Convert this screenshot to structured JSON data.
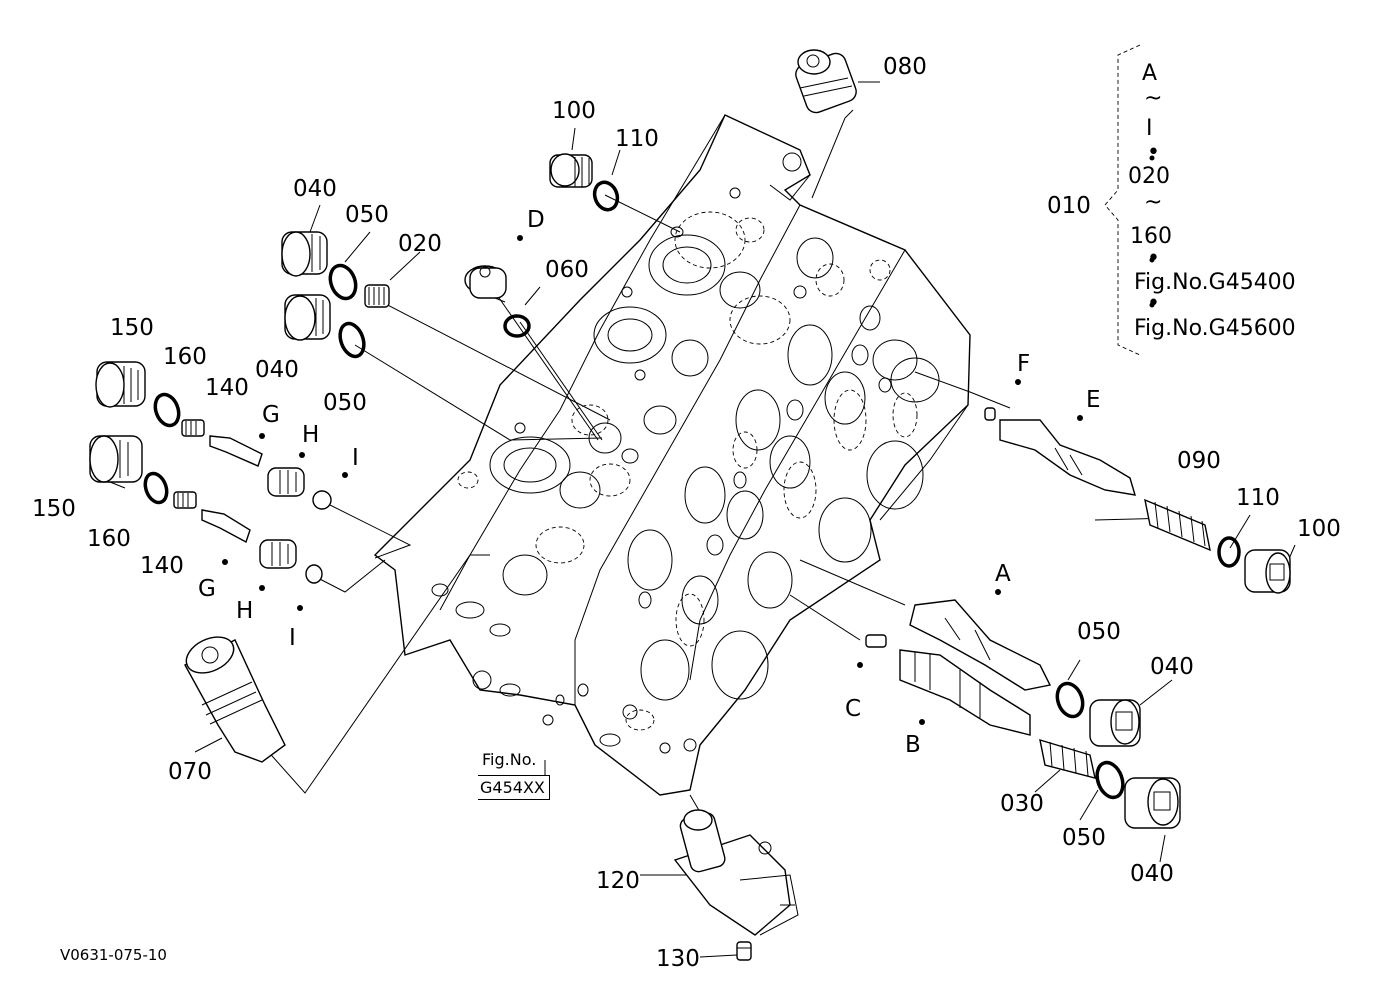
{
  "callouts": {
    "p080": "080",
    "p100_top": "100",
    "p110_top": "110",
    "p040_a": "040",
    "p050_a": "050",
    "p020": "020",
    "pD": "D",
    "p060": "060",
    "p040_b": "040",
    "p050_b": "050",
    "p150_a": "150",
    "p160_a": "160",
    "p140_a": "140",
    "pG_a": "G",
    "pH_a": "H",
    "pI_a": "I",
    "p150_b": "150",
    "p160_b": "160",
    "p140_b": "140",
    "pG_b": "G",
    "pH_b": "H",
    "pI_b": "I",
    "p070": "070",
    "pF": "F",
    "pE": "E",
    "p090": "090",
    "p110_right": "110",
    "p100_right": "100",
    "pA": "A",
    "p050_c": "050",
    "p040_c": "040",
    "pC": "C",
    "pB": "B",
    "p030": "030",
    "p050_d": "050",
    "p040_d": "040",
    "p120": "120",
    "p130": "130"
  },
  "assembly_key": {
    "label": "010",
    "lines": [
      "A",
      "~",
      "I",
      "•",
      "020",
      "~",
      "160",
      "•",
      "Fig.No.G45400",
      "•",
      "Fig.No.G45600"
    ]
  },
  "figure_ref": {
    "line1": "Fig.No.",
    "line2": "G454XX"
  },
  "drawing_code": "V0631-075-10"
}
